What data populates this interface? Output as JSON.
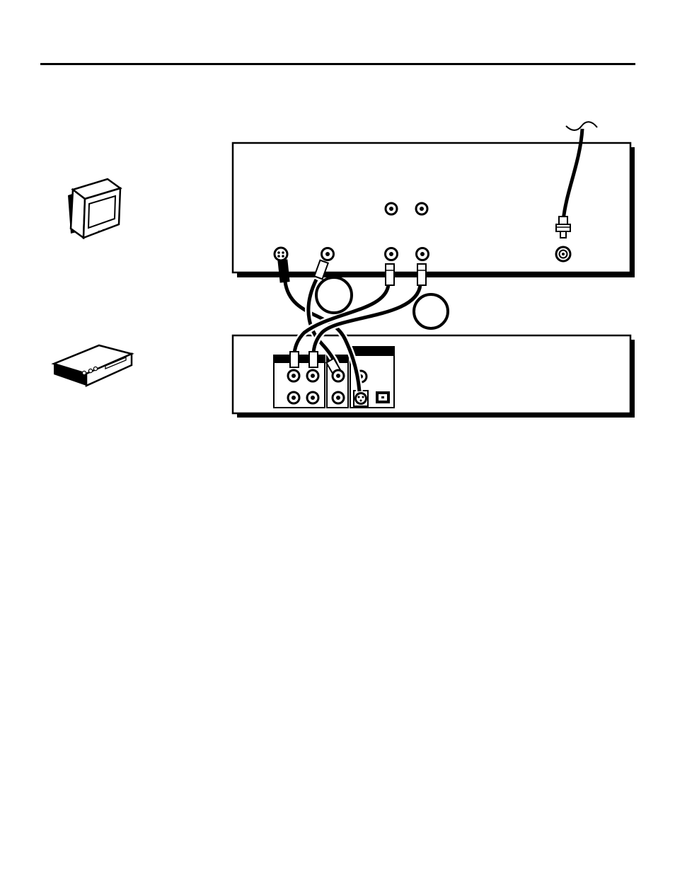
{
  "page": {
    "description_text": "",
    "colors": {
      "ink": "#000000",
      "paper": "#ffffff"
    }
  },
  "diagram": {
    "nodes": [
      {
        "id": "tv",
        "icon": "television-icon"
      },
      {
        "id": "dvd-player",
        "icon": "dvd-player-icon"
      },
      {
        "id": "tv-back-panel",
        "label": ""
      },
      {
        "id": "player-back-panel",
        "label": ""
      }
    ],
    "connections": [
      {
        "from": "tv-back-panel",
        "to": "player-back-panel",
        "cable": "s-video"
      },
      {
        "from": "tv-back-panel",
        "to": "player-back-panel",
        "cable": "composite-video"
      },
      {
        "from": "tv-back-panel",
        "to": "player-back-panel",
        "cable": "audio-left"
      },
      {
        "from": "tv-back-panel",
        "to": "player-back-panel",
        "cable": "audio-right"
      },
      {
        "from": "antenna",
        "to": "tv-back-panel",
        "cable": "coaxial"
      }
    ],
    "callouts": [
      {
        "id": "callout-1",
        "label": ""
      },
      {
        "id": "callout-2",
        "label": ""
      }
    ]
  }
}
